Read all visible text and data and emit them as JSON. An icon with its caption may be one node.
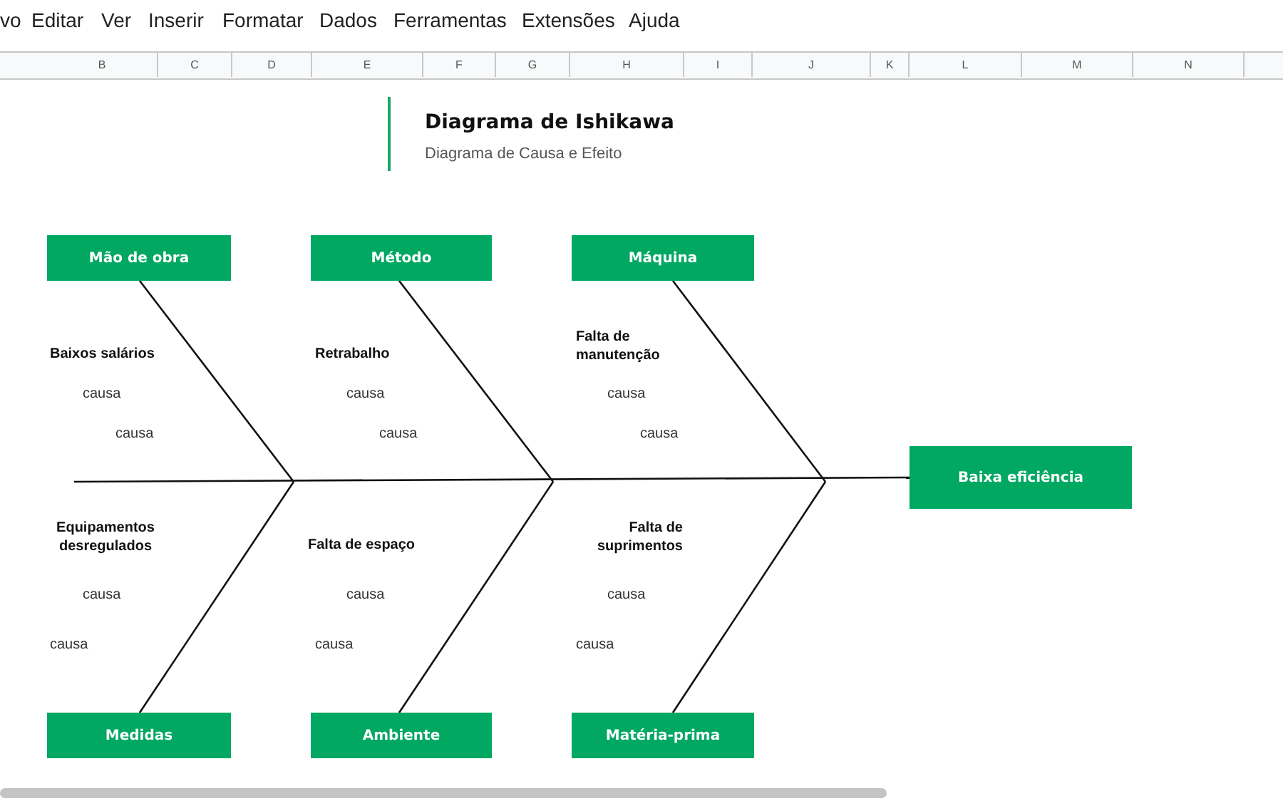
{
  "diagram": {
    "title": "Diagrama de Ishikawa",
    "nodes": [
      {
        "text": [
          "Mão de obra"
        ]
      },
      {
        "text": [
          "Método"
        ]
      },
      {
        "text": [
          "Máquina"
        ]
      },
      {
        "text": [
          "Baixa eficiência"
        ]
      },
      {
        "text": [
          "Medidas"
        ]
      },
      {
        "text": [
          "Ambiente"
        ]
      },
      {
        "text": [
          "Matéria-prima"
        ]
      }
    ],
    "edges": [
      {
        "from": 0,
        "to": null,
        "arrow": "none"
      },
      {
        "from": 1,
        "to": null,
        "arrow": "none"
      },
      {
        "from": 2,
        "to": null,
        "arrow": "none"
      },
      {
        "from": 4,
        "to": null,
        "arrow": "none"
      },
      {
        "from": 5,
        "to": null,
        "arrow": "none"
      },
      {
        "from": 6,
        "to": null,
        "arrow": "none"
      },
      {
        "from": null,
        "to": 3,
        "arrow": "none"
      }
    ],
    "labels": [
      "vo",
      "Editar",
      "Ver",
      "Inserir",
      "Formatar",
      "Dados",
      "Ferramentas",
      "Extensões",
      "Ajuda",
      "B",
      "C",
      "D",
      "E",
      "F",
      "G",
      "H",
      "I",
      "J",
      "K",
      "L",
      "M",
      "N",
      "Diagrama de Causa e Efeito",
      "Baixos salários",
      "causa",
      "causa",
      "Retrabalho",
      "causa",
      "causa",
      "Falta de manutenção",
      "causa",
      "causa",
      "Equipamentos desregulados",
      "causa",
      "causa",
      "Falta de espaço",
      "causa",
      "causa",
      "Falta de suprimentos",
      "causa",
      "causa"
    ]
  }
}
